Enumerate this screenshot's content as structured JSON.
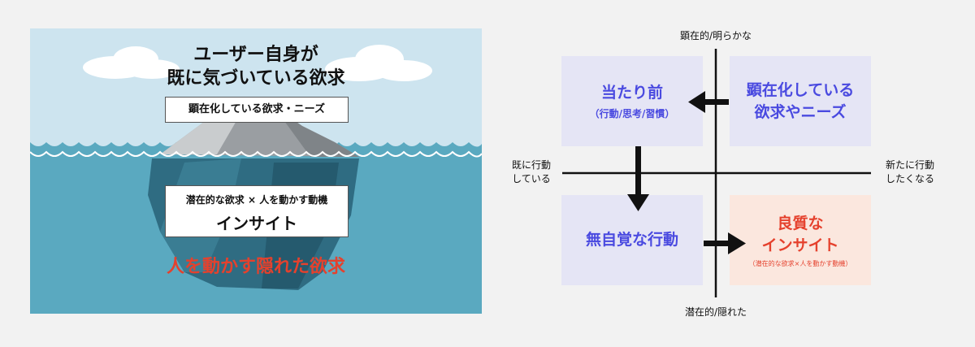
{
  "iceberg": {
    "title_line1": "ユーザー自身が",
    "title_line2": "既に気づいている欲求",
    "explicit_box": "顕在化している欲求・ニーズ",
    "insight_sub": "潜在的な欲求 × 人を動かす動機",
    "insight_main": "インサイト",
    "hidden_desire": "人を動かす隠れた欲求"
  },
  "matrix": {
    "axis_top": "顕在的/明らかな",
    "axis_bottom": "潜在的/隠れた",
    "axis_left_line1": "既に行動",
    "axis_left_line2": "している",
    "axis_right_line1": "新たに行動",
    "axis_right_line2": "したくなる",
    "q_top_left_title": "当たり前",
    "q_top_left_sub": "（行動/思考/習慣）",
    "q_top_right_line1": "顕在化している",
    "q_top_right_line2": "欲求やニーズ",
    "q_bottom_left_title": "無自覚な行動",
    "q_bottom_right_line1": "良質な",
    "q_bottom_right_line2": "インサイト",
    "q_bottom_right_sub": "（潜在的な欲求×人を動かす動機）"
  },
  "colors": {
    "accent_blue": "#4a4ae0",
    "accent_red": "#e5412d",
    "quad_blue_bg": "#e5e5f5",
    "quad_red_bg": "#fbe7de",
    "sea": "#5aa9c0",
    "sky": "#cde4ef"
  }
}
